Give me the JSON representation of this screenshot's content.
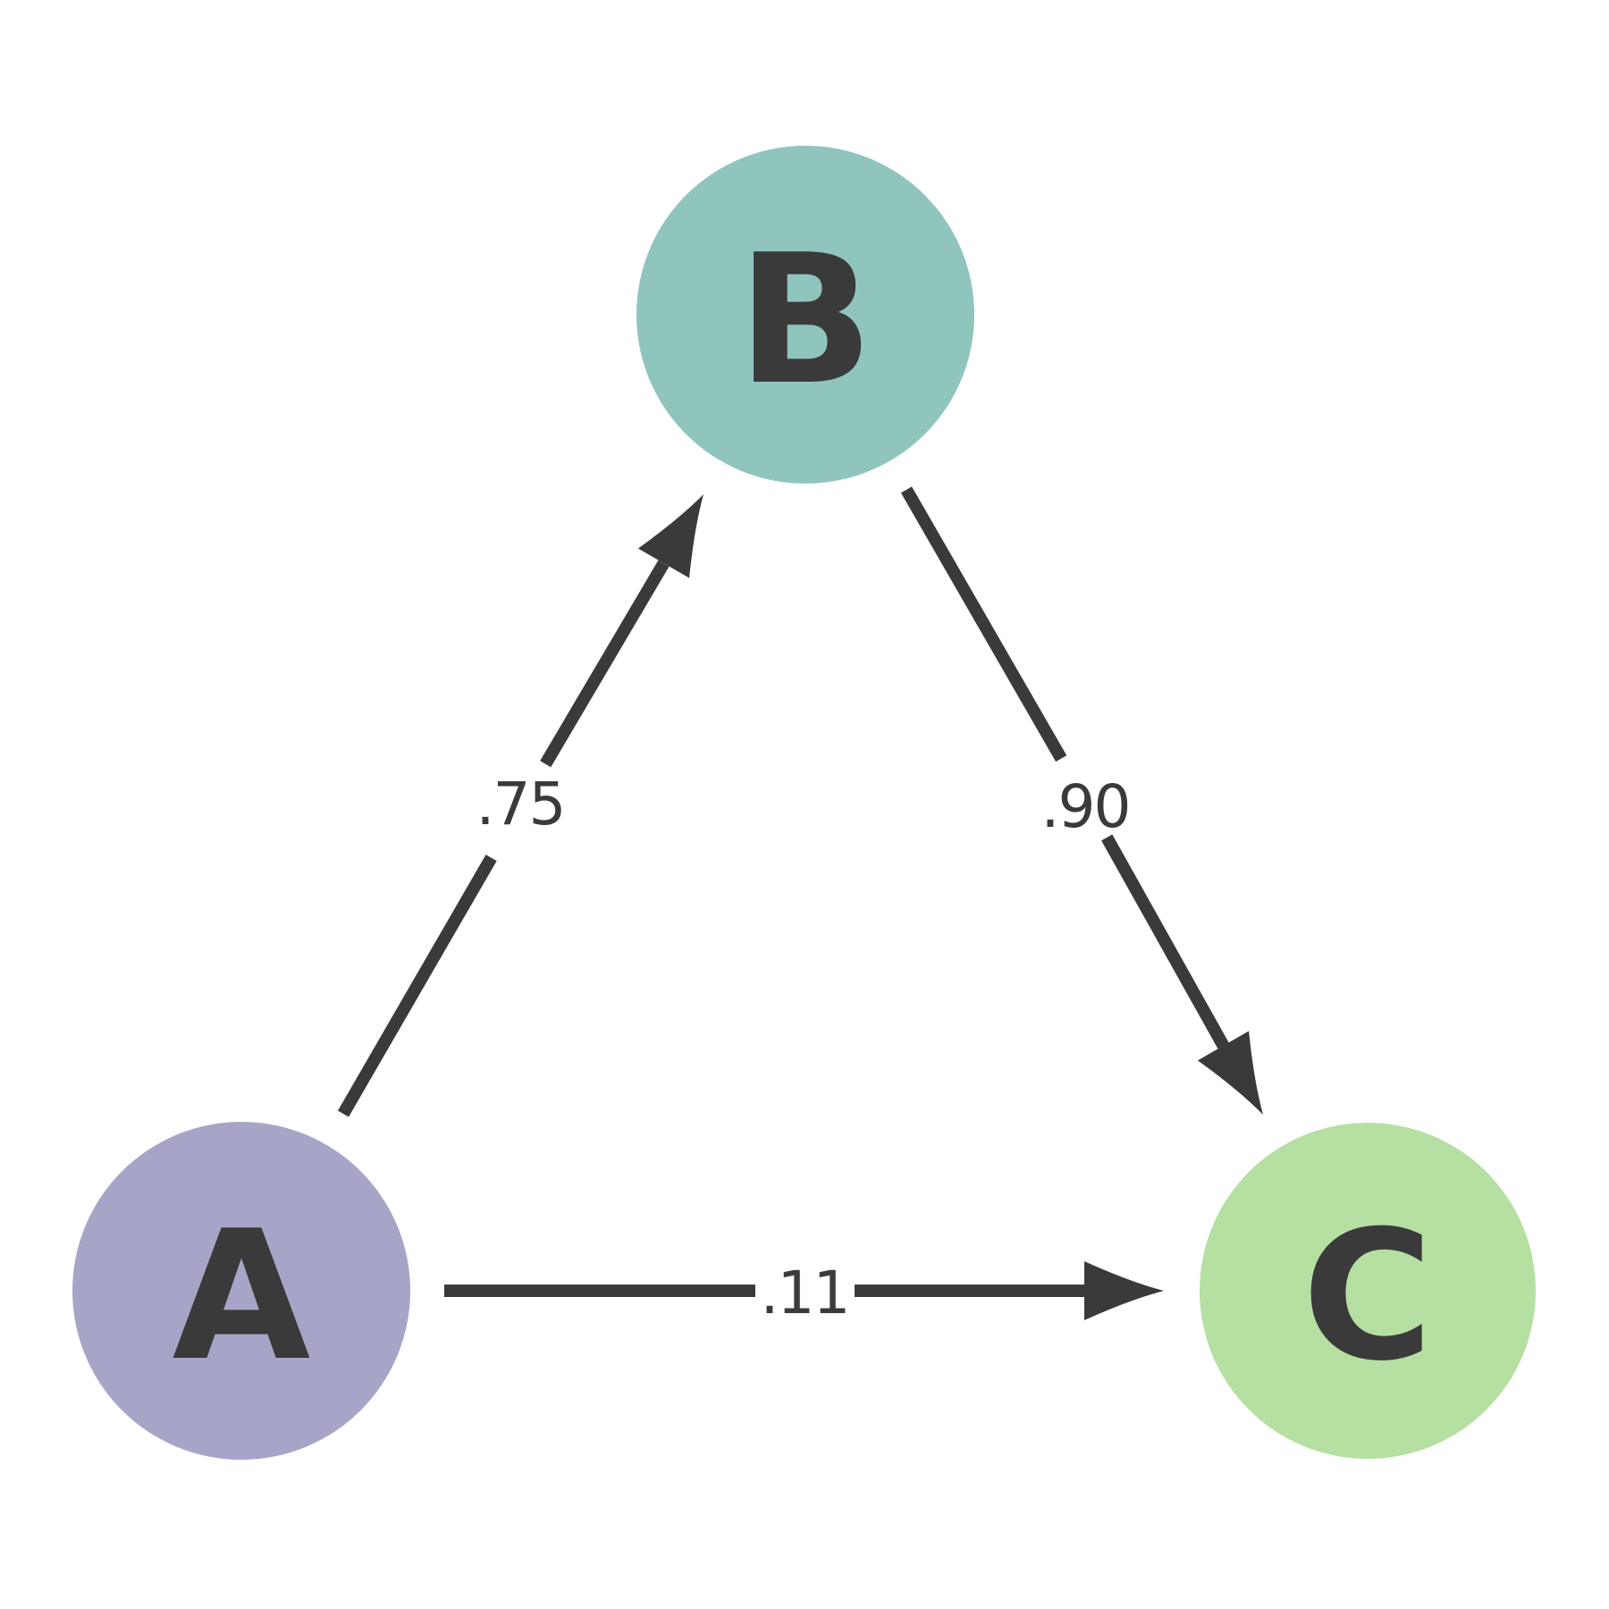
{
  "diagram": {
    "type": "directed-graph",
    "background": "#ffffff",
    "edge_color": "#3a3a3a",
    "text_color": "#3a3a3a",
    "nodes": [
      {
        "id": "A",
        "label": "A",
        "fill": "#a7a5c7"
      },
      {
        "id": "B",
        "label": "B",
        "fill": "#90c5be"
      },
      {
        "id": "C",
        "label": "C",
        "fill": "#b6dfa2"
      }
    ],
    "edges": [
      {
        "from": "A",
        "to": "B",
        "label": ".75"
      },
      {
        "from": "B",
        "to": "C",
        "label": ".90"
      },
      {
        "from": "A",
        "to": "C",
        "label": ".11"
      }
    ]
  }
}
